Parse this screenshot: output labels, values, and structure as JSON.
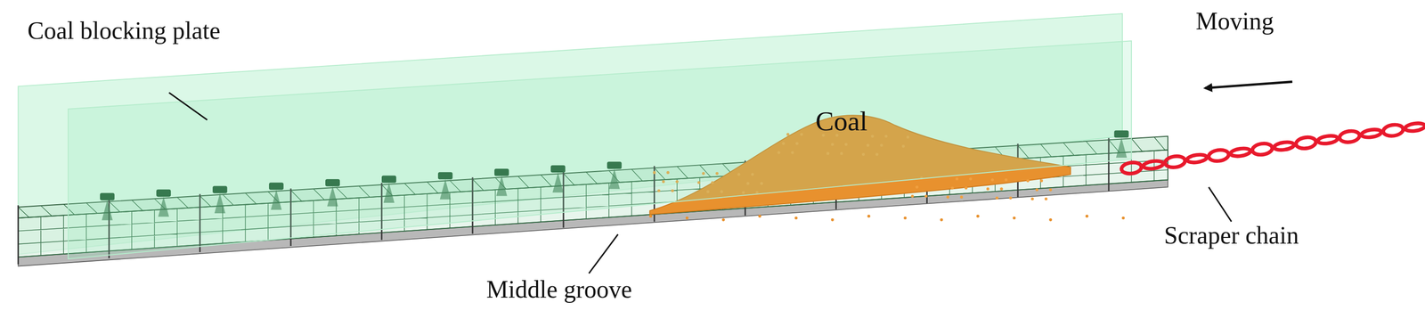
{
  "diagram": {
    "labels": [
      "Coal blocking plate",
      "Moving",
      "Coal",
      "Middle groove",
      "Scraper chain"
    ]
  }
}
